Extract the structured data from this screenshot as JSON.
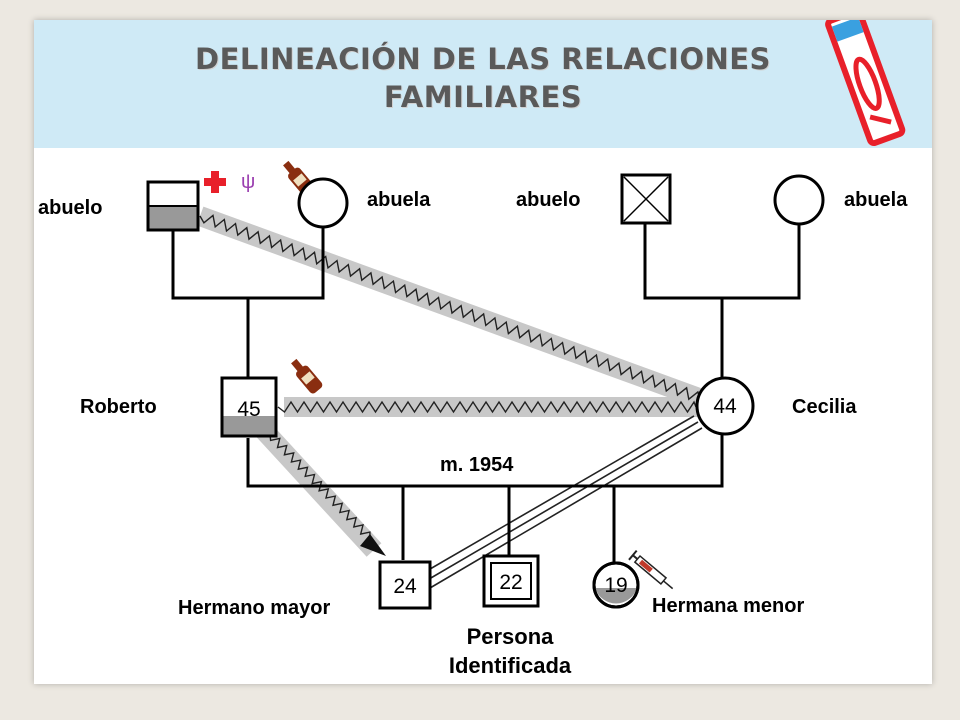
{
  "title": {
    "line1": "DELINEACIÓN DE LAS RELACIONES",
    "line2": "FAMILIARES"
  },
  "genogram": {
    "paternal_grandfather": {
      "label": "abuelo",
      "symbols": [
        "plus-icon",
        "psi-icon",
        "bottle-icon"
      ]
    },
    "paternal_grandmother": {
      "label": "abuela"
    },
    "maternal_grandfather": {
      "label": "abuelo",
      "status": "deceased"
    },
    "maternal_grandmother": {
      "label": "abuela"
    },
    "father": {
      "label": "Roberto",
      "age": "45",
      "symbols": [
        "bottle-icon"
      ]
    },
    "mother": {
      "label": "Cecilia",
      "age": "44"
    },
    "marriage": {
      "label": "m. 1954"
    },
    "older_brother": {
      "label": "Hermano mayor",
      "age": "24"
    },
    "identified_person": {
      "label_line1": "Persona",
      "label_line2": "Identificada",
      "age": "22"
    },
    "younger_sister": {
      "label": "Hermana menor",
      "age": "19",
      "symbols": [
        "syringe-icon"
      ]
    }
  },
  "colors": {
    "header_bg": "#cfeaf6",
    "title_text": "#5a5a5a",
    "line": "#000000",
    "relation_band": "#c8c8c8",
    "cross": "#e8202a",
    "psi": "#9b3fb0",
    "bottle": "#8a2e10",
    "pencil": "#e8202a"
  }
}
